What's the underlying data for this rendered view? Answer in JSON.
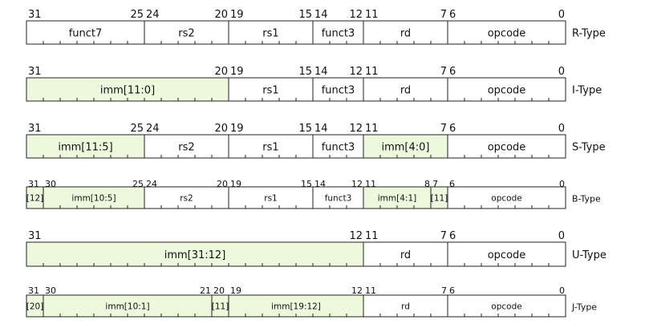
{
  "colors": {
    "stroke": "#222222",
    "imm_fill": "#eef8dd",
    "plain_fill": "#ffffff",
    "text": "#111111"
  },
  "formats": [
    {
      "type": "R-Type",
      "bits": [
        "31",
        "25",
        "24",
        "20",
        "19",
        "15",
        "14",
        "12",
        "11",
        "7",
        "6",
        "0"
      ],
      "fields": [
        {
          "label": "funct7",
          "hi": 31,
          "lo": 25,
          "imm": false
        },
        {
          "label": "rs2",
          "hi": 24,
          "lo": 20,
          "imm": false
        },
        {
          "label": "rs1",
          "hi": 19,
          "lo": 15,
          "imm": false
        },
        {
          "label": "funct3",
          "hi": 14,
          "lo": 12,
          "imm": false
        },
        {
          "label": "rd",
          "hi": 11,
          "lo": 7,
          "imm": false
        },
        {
          "label": "opcode",
          "hi": 6,
          "lo": 0,
          "imm": false
        }
      ]
    },
    {
      "type": "I-Type",
      "bits": [
        "31",
        "20",
        "19",
        "15",
        "14",
        "12",
        "11",
        "7",
        "6",
        "0"
      ],
      "fields": [
        {
          "label": "imm[11:0]",
          "hi": 31,
          "lo": 20,
          "imm": true
        },
        {
          "label": "rs1",
          "hi": 19,
          "lo": 15,
          "imm": false
        },
        {
          "label": "funct3",
          "hi": 14,
          "lo": 12,
          "imm": false
        },
        {
          "label": "rd",
          "hi": 11,
          "lo": 7,
          "imm": false
        },
        {
          "label": "opcode",
          "hi": 6,
          "lo": 0,
          "imm": false
        }
      ]
    },
    {
      "type": "S-Type",
      "bits": [
        "31",
        "25",
        "24",
        "20",
        "19",
        "15",
        "14",
        "12",
        "11",
        "7",
        "6",
        "0"
      ],
      "fields": [
        {
          "label": "imm[11:5]",
          "hi": 31,
          "lo": 25,
          "imm": true
        },
        {
          "label": "rs2",
          "hi": 24,
          "lo": 20,
          "imm": false
        },
        {
          "label": "rs1",
          "hi": 19,
          "lo": 15,
          "imm": false
        },
        {
          "label": "funct3",
          "hi": 14,
          "lo": 12,
          "imm": false
        },
        {
          "label": "imm[4:0]",
          "hi": 11,
          "lo": 7,
          "imm": true
        },
        {
          "label": "opcode",
          "hi": 6,
          "lo": 0,
          "imm": false
        }
      ]
    },
    {
      "type": "B-Type",
      "small": true,
      "bits": [
        "31",
        "30",
        "25",
        "24",
        "20",
        "19",
        "15",
        "14",
        "12",
        "11",
        "8",
        "7",
        "6",
        "0"
      ],
      "fields": [
        {
          "label": "[12]",
          "hi": 31,
          "lo": 31,
          "imm": true
        },
        {
          "label": "imm[10:5]",
          "hi": 30,
          "lo": 25,
          "imm": true
        },
        {
          "label": "rs2",
          "hi": 24,
          "lo": 20,
          "imm": false
        },
        {
          "label": "rs1",
          "hi": 19,
          "lo": 15,
          "imm": false
        },
        {
          "label": "funct3",
          "hi": 14,
          "lo": 12,
          "imm": false
        },
        {
          "label": "imm[4:1]",
          "hi": 11,
          "lo": 8,
          "imm": true
        },
        {
          "label": "[11]",
          "hi": 7,
          "lo": 7,
          "imm": true
        },
        {
          "label": "opcode",
          "hi": 6,
          "lo": 0,
          "imm": false
        }
      ]
    },
    {
      "type": "U-Type",
      "bits": [
        "31",
        "12",
        "11",
        "7",
        "6",
        "0"
      ],
      "fields": [
        {
          "label": "imm[31:12]",
          "hi": 31,
          "lo": 12,
          "imm": true
        },
        {
          "label": "rd",
          "hi": 11,
          "lo": 7,
          "imm": false
        },
        {
          "label": "opcode",
          "hi": 6,
          "lo": 0,
          "imm": false
        }
      ]
    },
    {
      "type": "J-Type",
      "small": true,
      "bits": [
        "31",
        "30",
        "21",
        "20",
        "19",
        "12",
        "11",
        "7",
        "6",
        "0"
      ],
      "fields": [
        {
          "label": "[20]",
          "hi": 31,
          "lo": 31,
          "imm": true
        },
        {
          "label": "imm[10:1]",
          "hi": 30,
          "lo": 21,
          "imm": true
        },
        {
          "label": "[11]",
          "hi": 20,
          "lo": 20,
          "imm": true
        },
        {
          "label": "imm[19:12]",
          "hi": 19,
          "lo": 12,
          "imm": true
        },
        {
          "label": "rd",
          "hi": 11,
          "lo": 7,
          "imm": false
        },
        {
          "label": "opcode",
          "hi": 6,
          "lo": 0,
          "imm": false
        }
      ]
    }
  ]
}
